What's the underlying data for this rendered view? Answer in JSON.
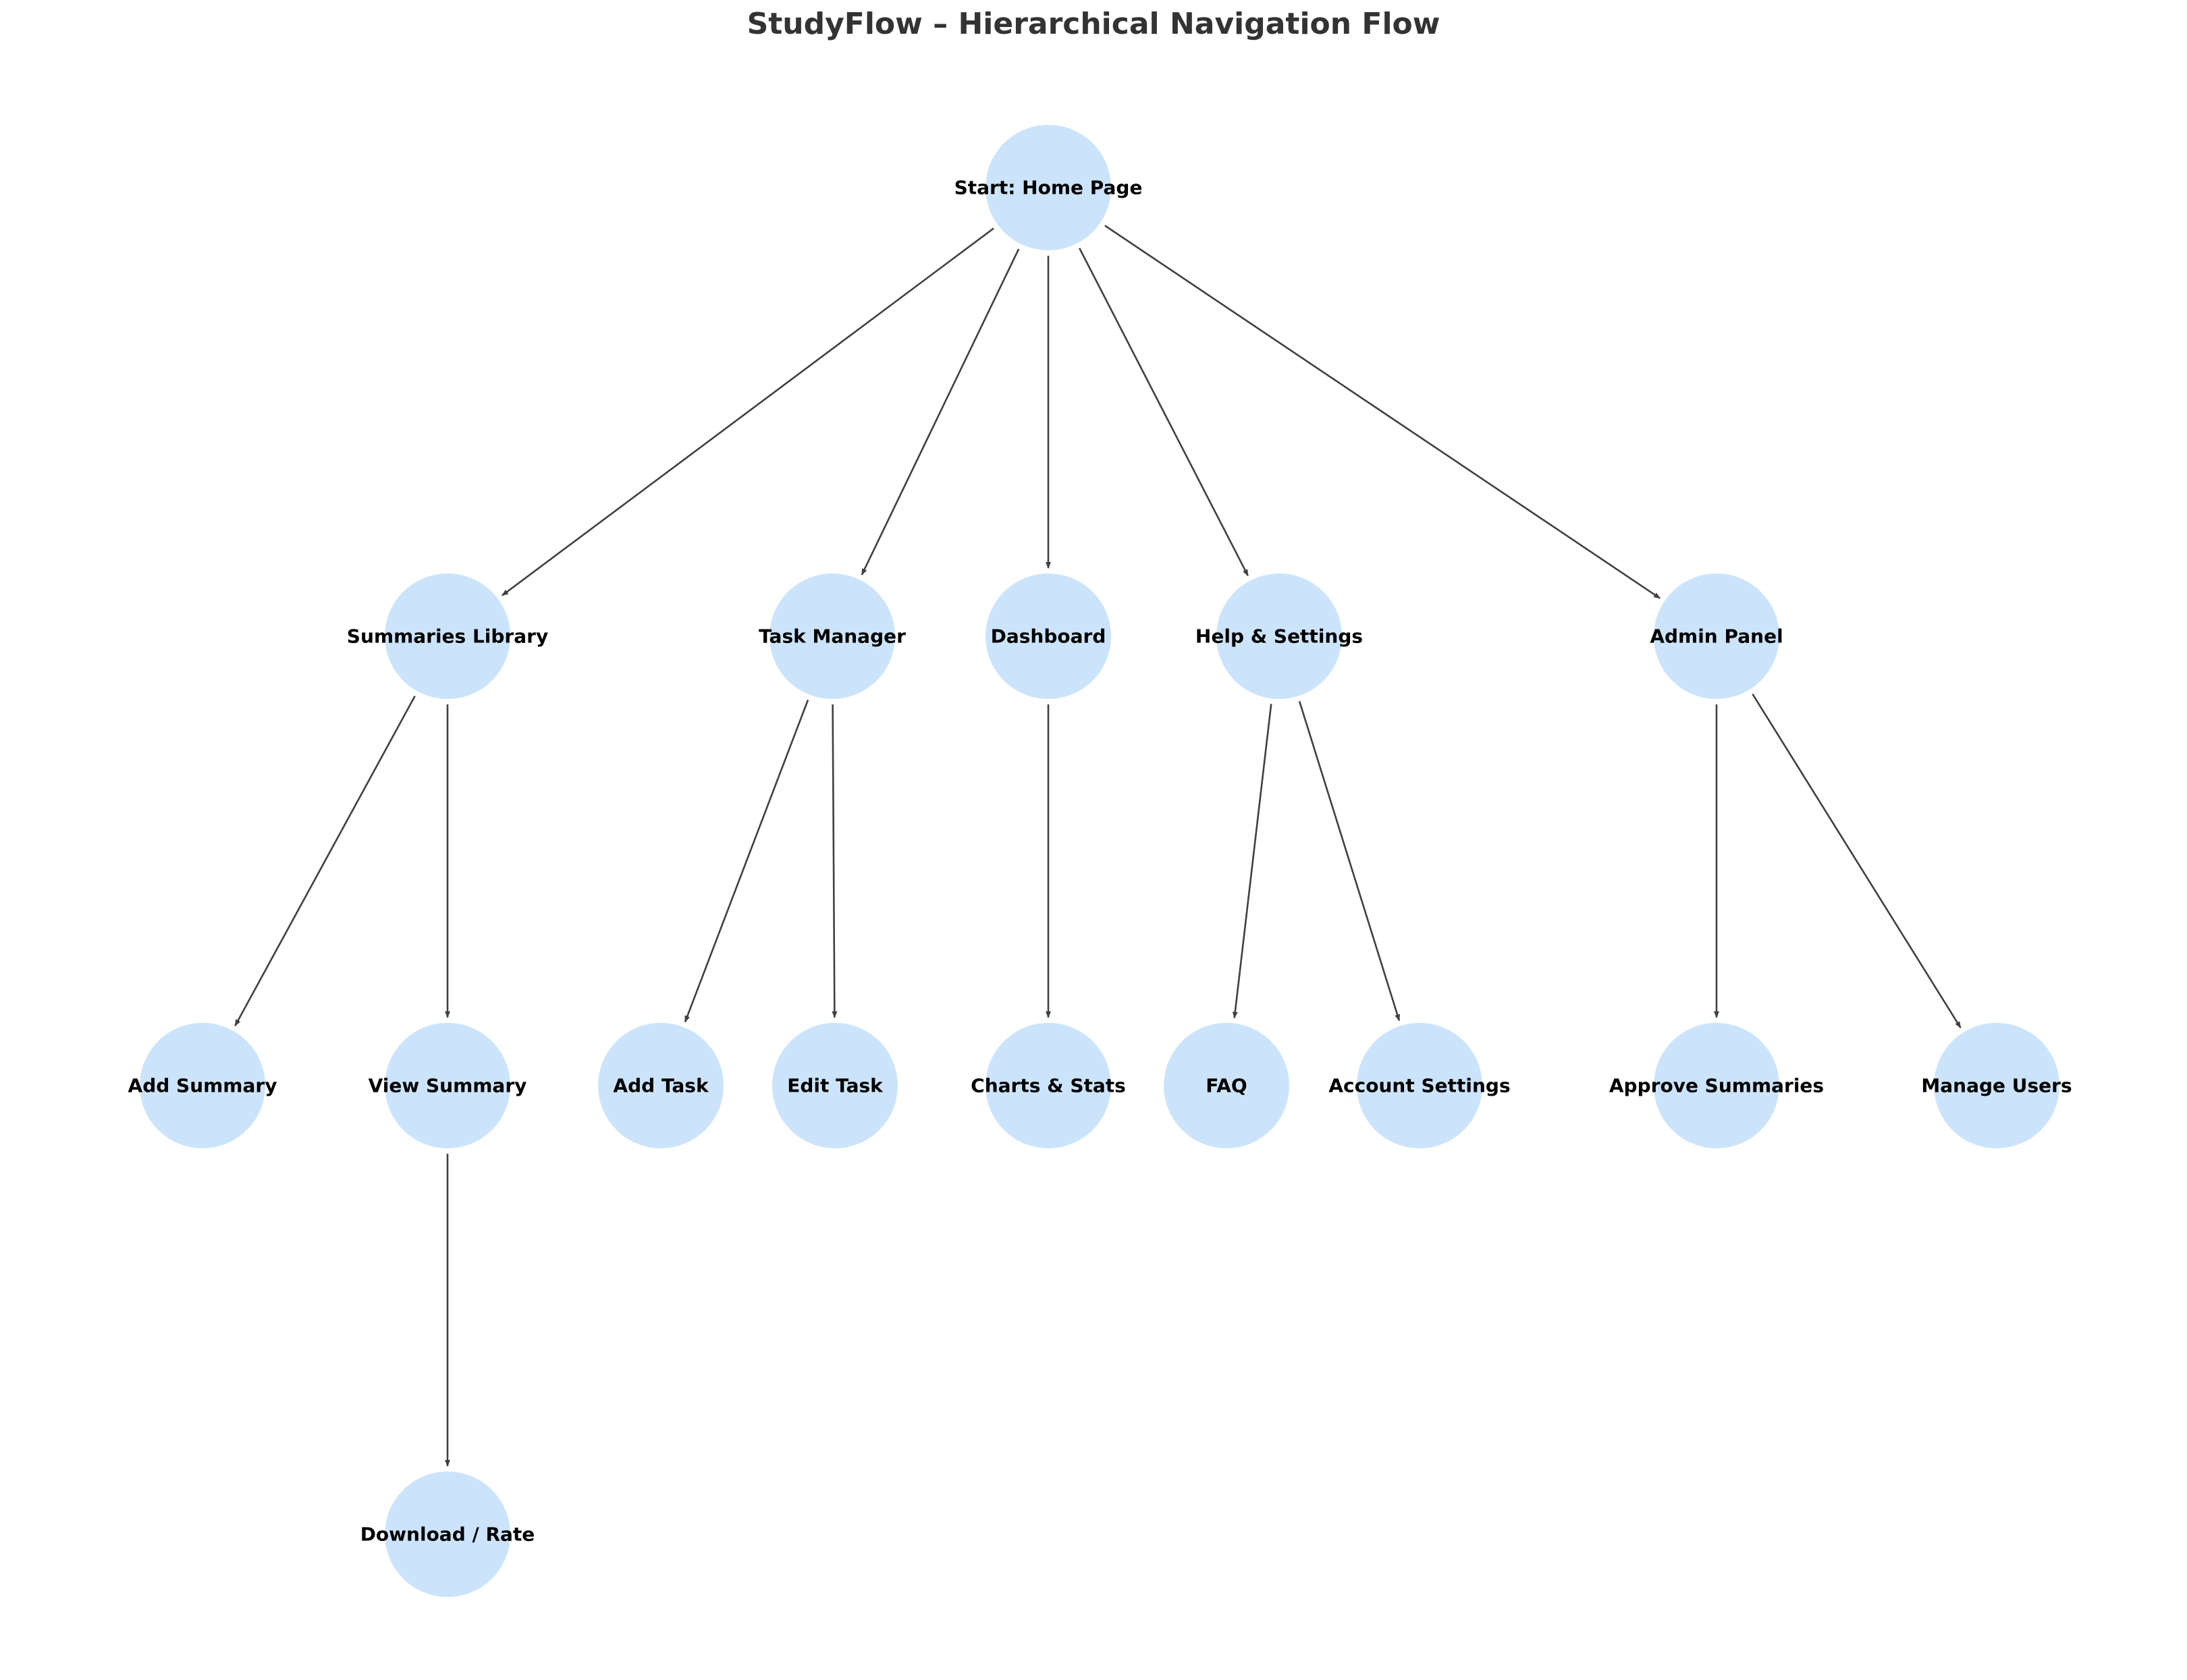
{
  "title": "StudyFlow – Hierarchical Navigation Flow",
  "colors": {
    "node_fill": "#cce4fb",
    "edge": "#404040",
    "title": "#333333",
    "label": "#000000"
  },
  "nodes": [
    {
      "id": "home",
      "label": "Start: Home Page"
    },
    {
      "id": "summaries_library",
      "label": "Summaries Library"
    },
    {
      "id": "task_manager",
      "label": "Task Manager"
    },
    {
      "id": "dashboard",
      "label": "Dashboard"
    },
    {
      "id": "help_settings",
      "label": "Help & Settings"
    },
    {
      "id": "admin_panel",
      "label": "Admin Panel"
    },
    {
      "id": "add_summary",
      "label": "Add Summary"
    },
    {
      "id": "view_summary",
      "label": "View Summary"
    },
    {
      "id": "add_task",
      "label": "Add Task"
    },
    {
      "id": "edit_task",
      "label": "Edit Task"
    },
    {
      "id": "charts_stats",
      "label": "Charts & Stats"
    },
    {
      "id": "faq",
      "label": "FAQ"
    },
    {
      "id": "account_settings",
      "label": "Account Settings"
    },
    {
      "id": "approve_summaries",
      "label": "Approve Summaries"
    },
    {
      "id": "manage_users",
      "label": "Manage Users"
    },
    {
      "id": "download_rate",
      "label": "Download / Rate"
    }
  ],
  "edges": [
    {
      "from": "home",
      "to": "summaries_library"
    },
    {
      "from": "home",
      "to": "task_manager"
    },
    {
      "from": "home",
      "to": "dashboard"
    },
    {
      "from": "home",
      "to": "help_settings"
    },
    {
      "from": "home",
      "to": "admin_panel"
    },
    {
      "from": "summaries_library",
      "to": "add_summary"
    },
    {
      "from": "summaries_library",
      "to": "view_summary"
    },
    {
      "from": "task_manager",
      "to": "add_task"
    },
    {
      "from": "task_manager",
      "to": "edit_task"
    },
    {
      "from": "dashboard",
      "to": "charts_stats"
    },
    {
      "from": "help_settings",
      "to": "faq"
    },
    {
      "from": "help_settings",
      "to": "account_settings"
    },
    {
      "from": "admin_panel",
      "to": "approve_summaries"
    },
    {
      "from": "admin_panel",
      "to": "manage_users"
    },
    {
      "from": "view_summary",
      "to": "download_rate"
    }
  ]
}
